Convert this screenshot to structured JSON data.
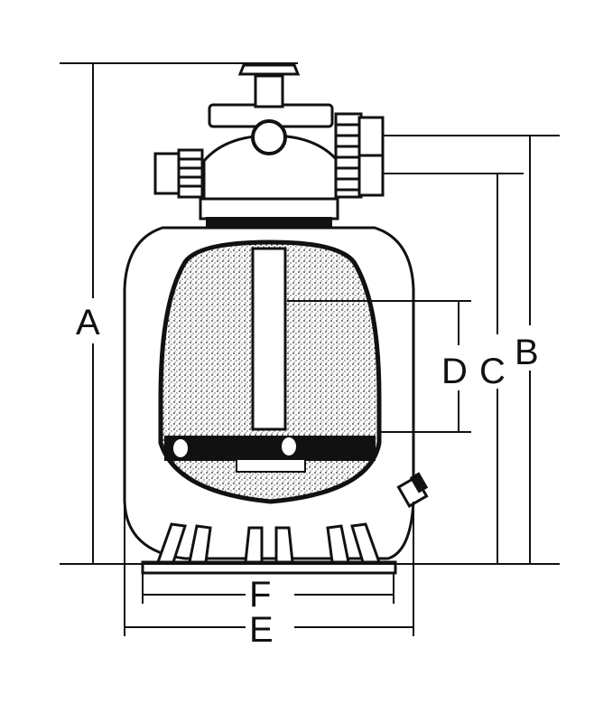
{
  "dimension_labels": {
    "a": "A",
    "b": "B",
    "c": "C",
    "d": "D",
    "e": "E",
    "f": "F"
  },
  "colors": {
    "line": "#111111",
    "background": "#ffffff",
    "sand": "#d9d9d9"
  }
}
